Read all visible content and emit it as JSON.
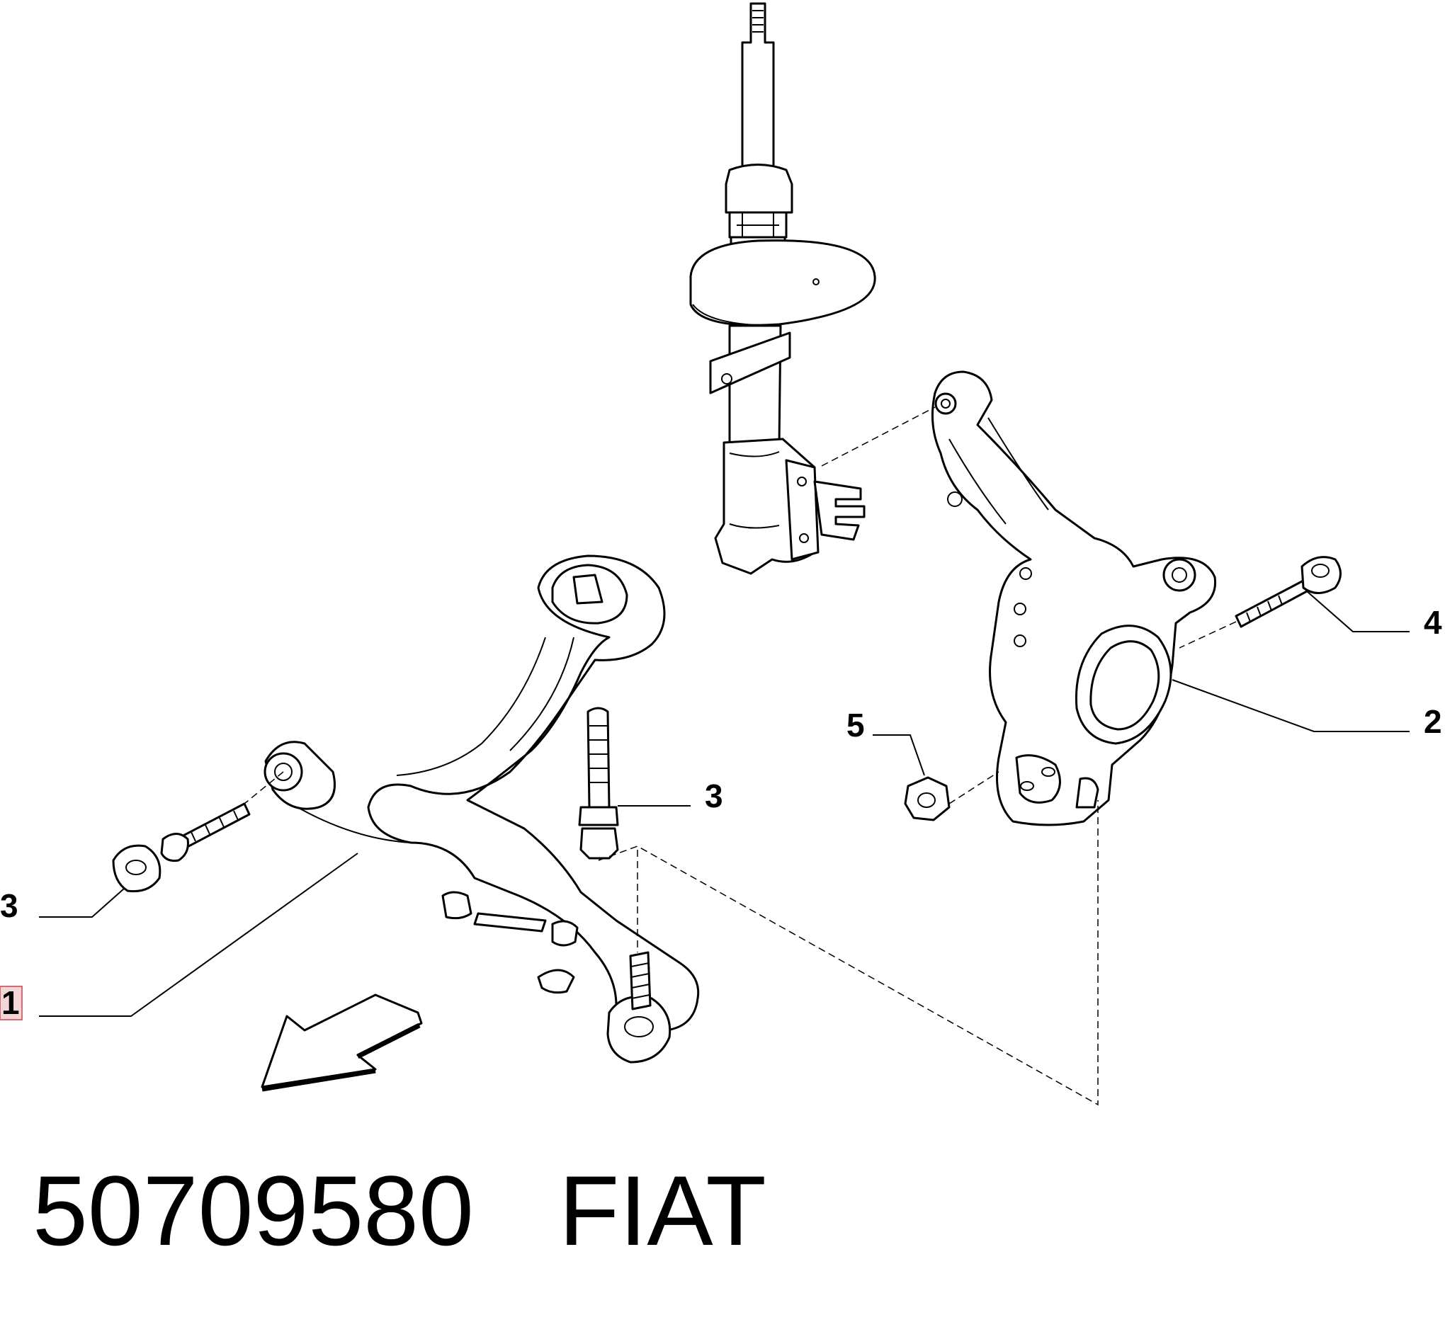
{
  "callouts": {
    "c1": "1",
    "c2": "2",
    "c3_left": "3",
    "c3_mid": "3",
    "c4": "4",
    "c5": "5"
  },
  "footer": {
    "part_number": "50709580",
    "brand": "FIAT"
  },
  "colors": {
    "highlight_fill": "#f3d6d8",
    "highlight_border": "#d46a72"
  }
}
